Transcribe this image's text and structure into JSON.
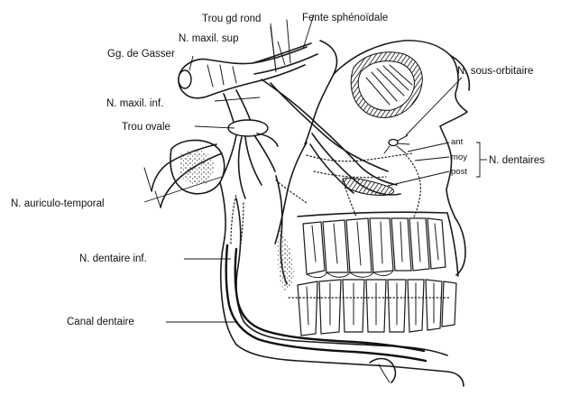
{
  "labels": {
    "trou_gd_rond": "Trou gd rond",
    "fente_sphenoidale": "Fente sphénoïdale",
    "n_maxil_sup": "N. maxil. sup",
    "gg_de_gasser": "Gg. de Gasser",
    "n_sous_orbitaire": "N. sous-orbitaire",
    "n_maxil_inf": "N. maxil. inf.",
    "trou_ovale": "Trou ovale",
    "ant": "ant",
    "moy": "moy",
    "post": "post",
    "n_dentaires": "N. dentaires",
    "n_auriculo_temporal": "N. auriculo-temporal",
    "n_dentaire_inf": "N. dentaire inf.",
    "canal_dentaire": "Canal dentaire"
  }
}
